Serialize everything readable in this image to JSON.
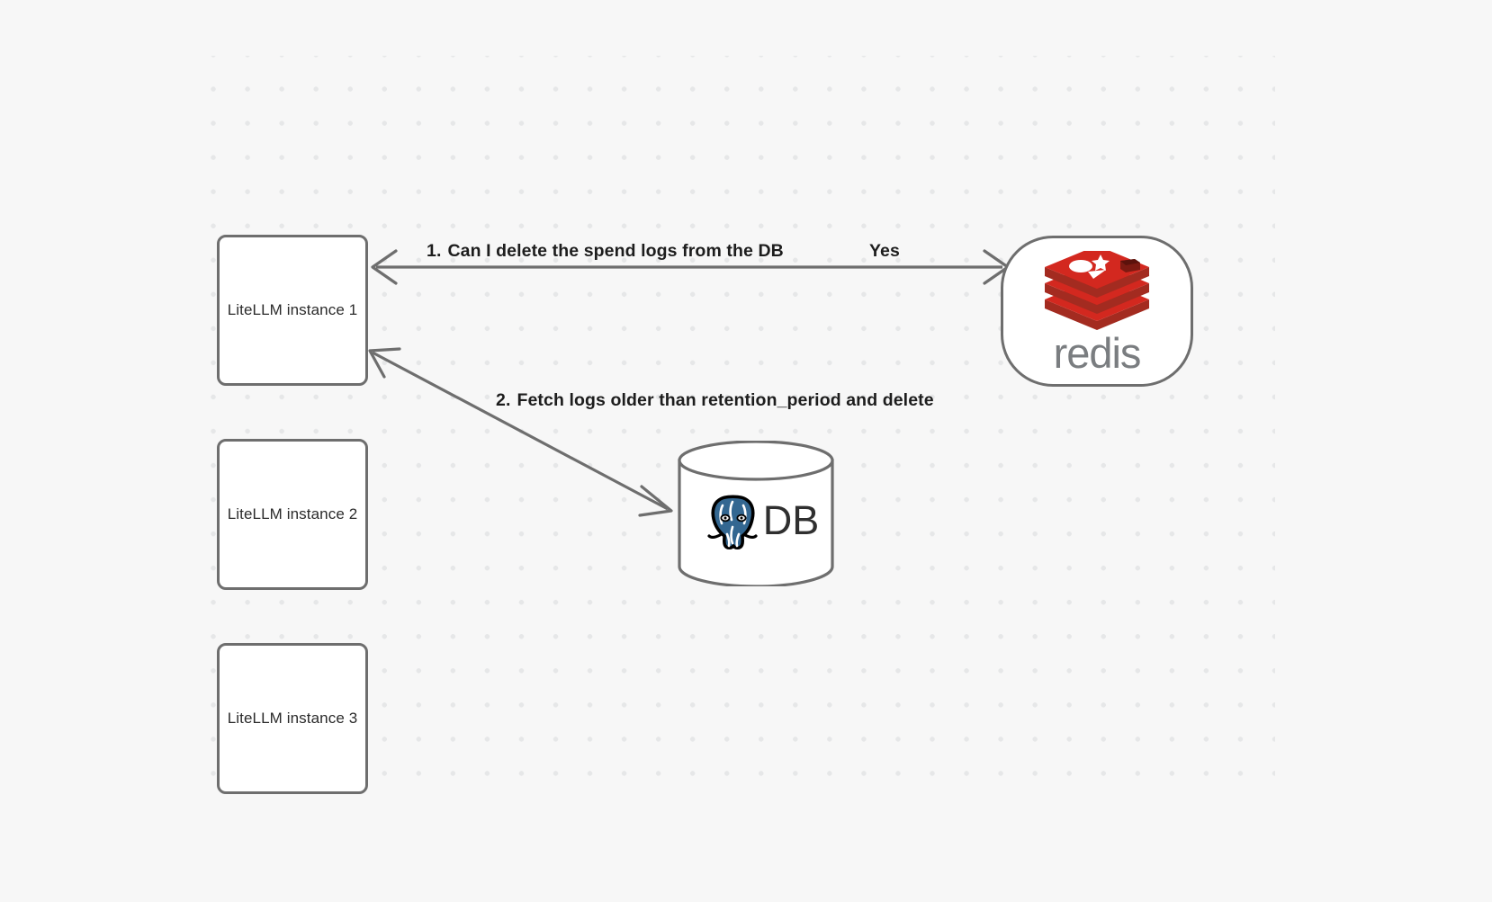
{
  "canvas": {
    "background_color": "#f7f7f7",
    "dot_color": "#e6e7e8",
    "node_border_color": "#6e6e6e",
    "edge_color": "#6e6e6e",
    "label_color": "#1d1d1d"
  },
  "nodes": [
    {
      "id": "litellm-1",
      "label": "LiteLLM instance 1",
      "shape": "rounded-rect"
    },
    {
      "id": "litellm-2",
      "label": "LiteLLM instance 2",
      "shape": "rounded-rect"
    },
    {
      "id": "litellm-3",
      "label": "LiteLLM instance 3",
      "shape": "rounded-rect"
    },
    {
      "id": "redis",
      "label": "redis",
      "shape": "stadium",
      "logo": "redis-logo",
      "logo_color": "#d3281f",
      "text_color": "#7a7d80"
    },
    {
      "id": "db",
      "label": "DB",
      "shape": "cylinder",
      "logo": "postgresql-elephant-logo",
      "logo_color": "#336791",
      "text_color": "#2f2f2f"
    }
  ],
  "edges": [
    {
      "id": "edge-1",
      "from": "litellm-1",
      "to": "redis",
      "direction": "bidirectional",
      "label_number": "1.",
      "label": "Can I delete the spend logs from the DB",
      "reply_label": "Yes"
    },
    {
      "id": "edge-2",
      "from": "litellm-1",
      "to": "db",
      "direction": "bidirectional",
      "label_number": "2.",
      "label": "Fetch logs older than retention_period and delete"
    }
  ]
}
